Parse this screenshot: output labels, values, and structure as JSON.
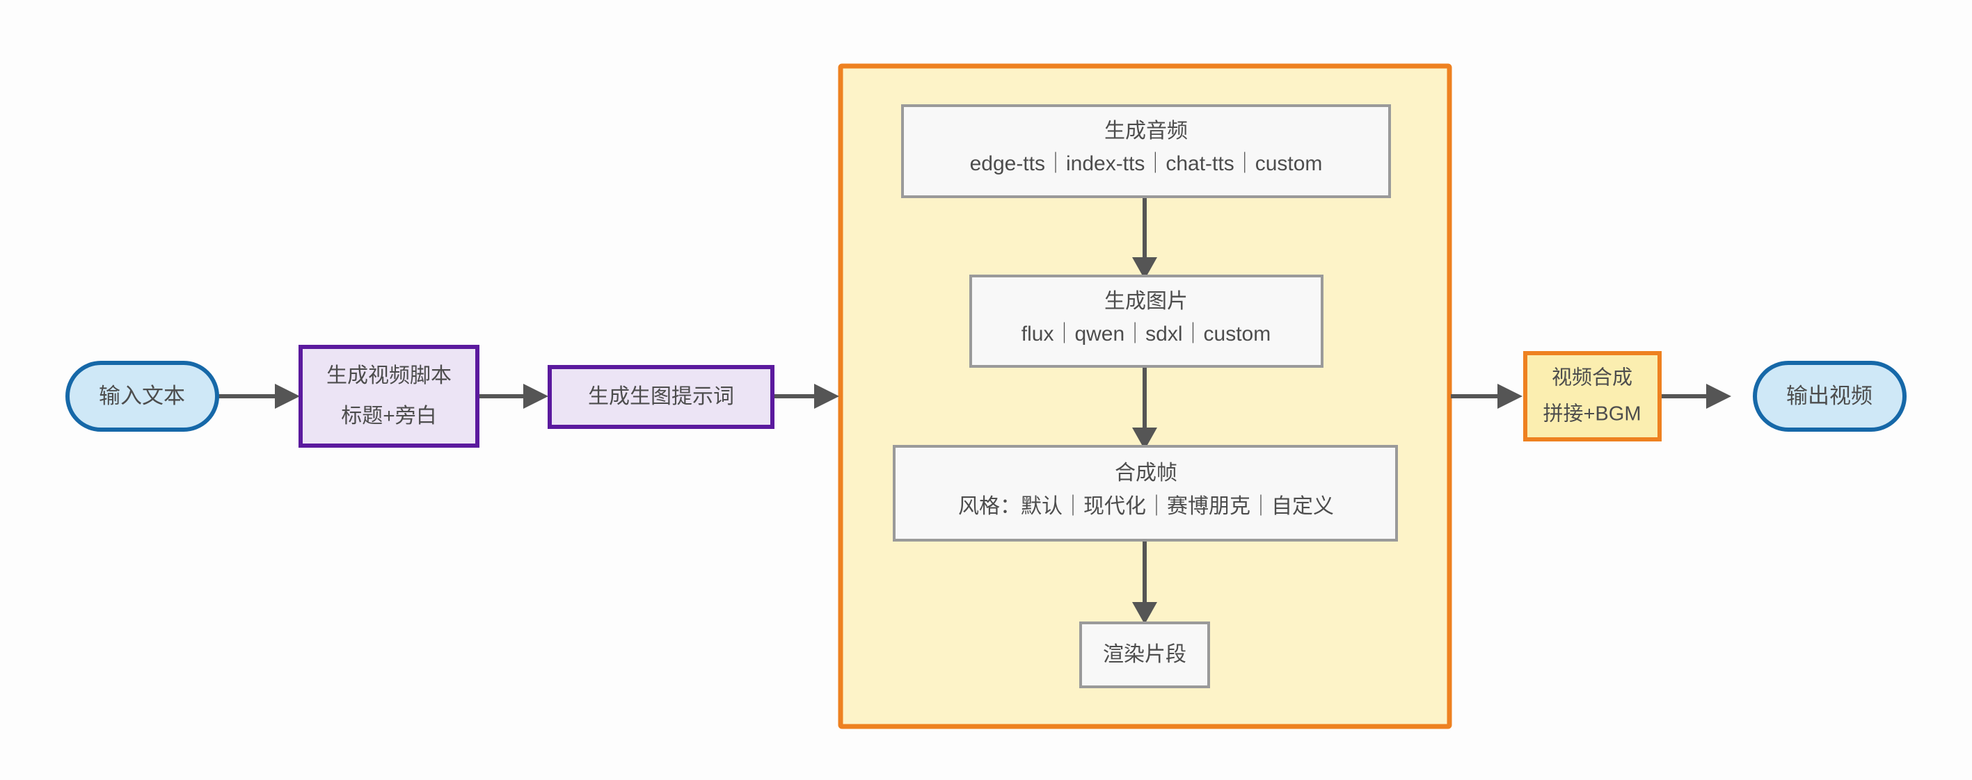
{
  "diagram": {
    "type": "flowchart",
    "direction": "left-to-right",
    "background_color": "#fdfdfd",
    "nodes": {
      "input_text": {
        "label": "输入文本",
        "shape": "stadium",
        "fill": "#cfe8f7",
        "stroke": "#1668a8"
      },
      "script": {
        "line1": "生成视频脚本",
        "line2": "标题+旁白",
        "shape": "rect",
        "fill": "#ece4f5",
        "stroke": "#5b1a9e"
      },
      "prompt": {
        "label": "生成生图提示词",
        "shape": "rect",
        "fill": "#ece4f5",
        "stroke": "#5b1a9e"
      },
      "audio": {
        "line1": "生成音频",
        "line2": "edge-tts｜index-tts｜chat-tts｜custom",
        "shape": "rect",
        "fill": "#f8f8f8",
        "stroke": "#9a9a9a"
      },
      "image": {
        "line1": "生成图片",
        "line2": "flux｜qwen｜sdxl｜custom",
        "shape": "rect",
        "fill": "#f8f8f8",
        "stroke": "#9a9a9a"
      },
      "frame": {
        "line1": "合成帧",
        "line2": "风格：默认｜现代化｜赛博朋克｜自定义",
        "shape": "rect",
        "fill": "#f8f8f8",
        "stroke": "#9a9a9a"
      },
      "render": {
        "label": "渲染片段",
        "shape": "rect",
        "fill": "#f8f8f8",
        "stroke": "#9a9a9a"
      },
      "compose": {
        "line1": "视频合成",
        "line2": "拼接+BGM",
        "shape": "rect",
        "fill": "#fbeeb0",
        "stroke": "#ee8120"
      },
      "output_video": {
        "label": "输出视频",
        "shape": "stadium",
        "fill": "#cfe8f7",
        "stroke": "#1668a8"
      }
    },
    "group": {
      "name": "segment-pipeline-group",
      "fill": "#fdf3c8",
      "stroke": "#ee8120",
      "members": [
        "audio",
        "image",
        "frame",
        "render"
      ]
    },
    "edges": [
      {
        "from": "input_text",
        "to": "script"
      },
      {
        "from": "script",
        "to": "prompt"
      },
      {
        "from": "prompt",
        "to": "segment-pipeline-group"
      },
      {
        "from": "audio",
        "to": "image"
      },
      {
        "from": "image",
        "to": "frame"
      },
      {
        "from": "frame",
        "to": "render"
      },
      {
        "from": "segment-pipeline-group",
        "to": "compose"
      },
      {
        "from": "compose",
        "to": "output_video"
      }
    ]
  }
}
